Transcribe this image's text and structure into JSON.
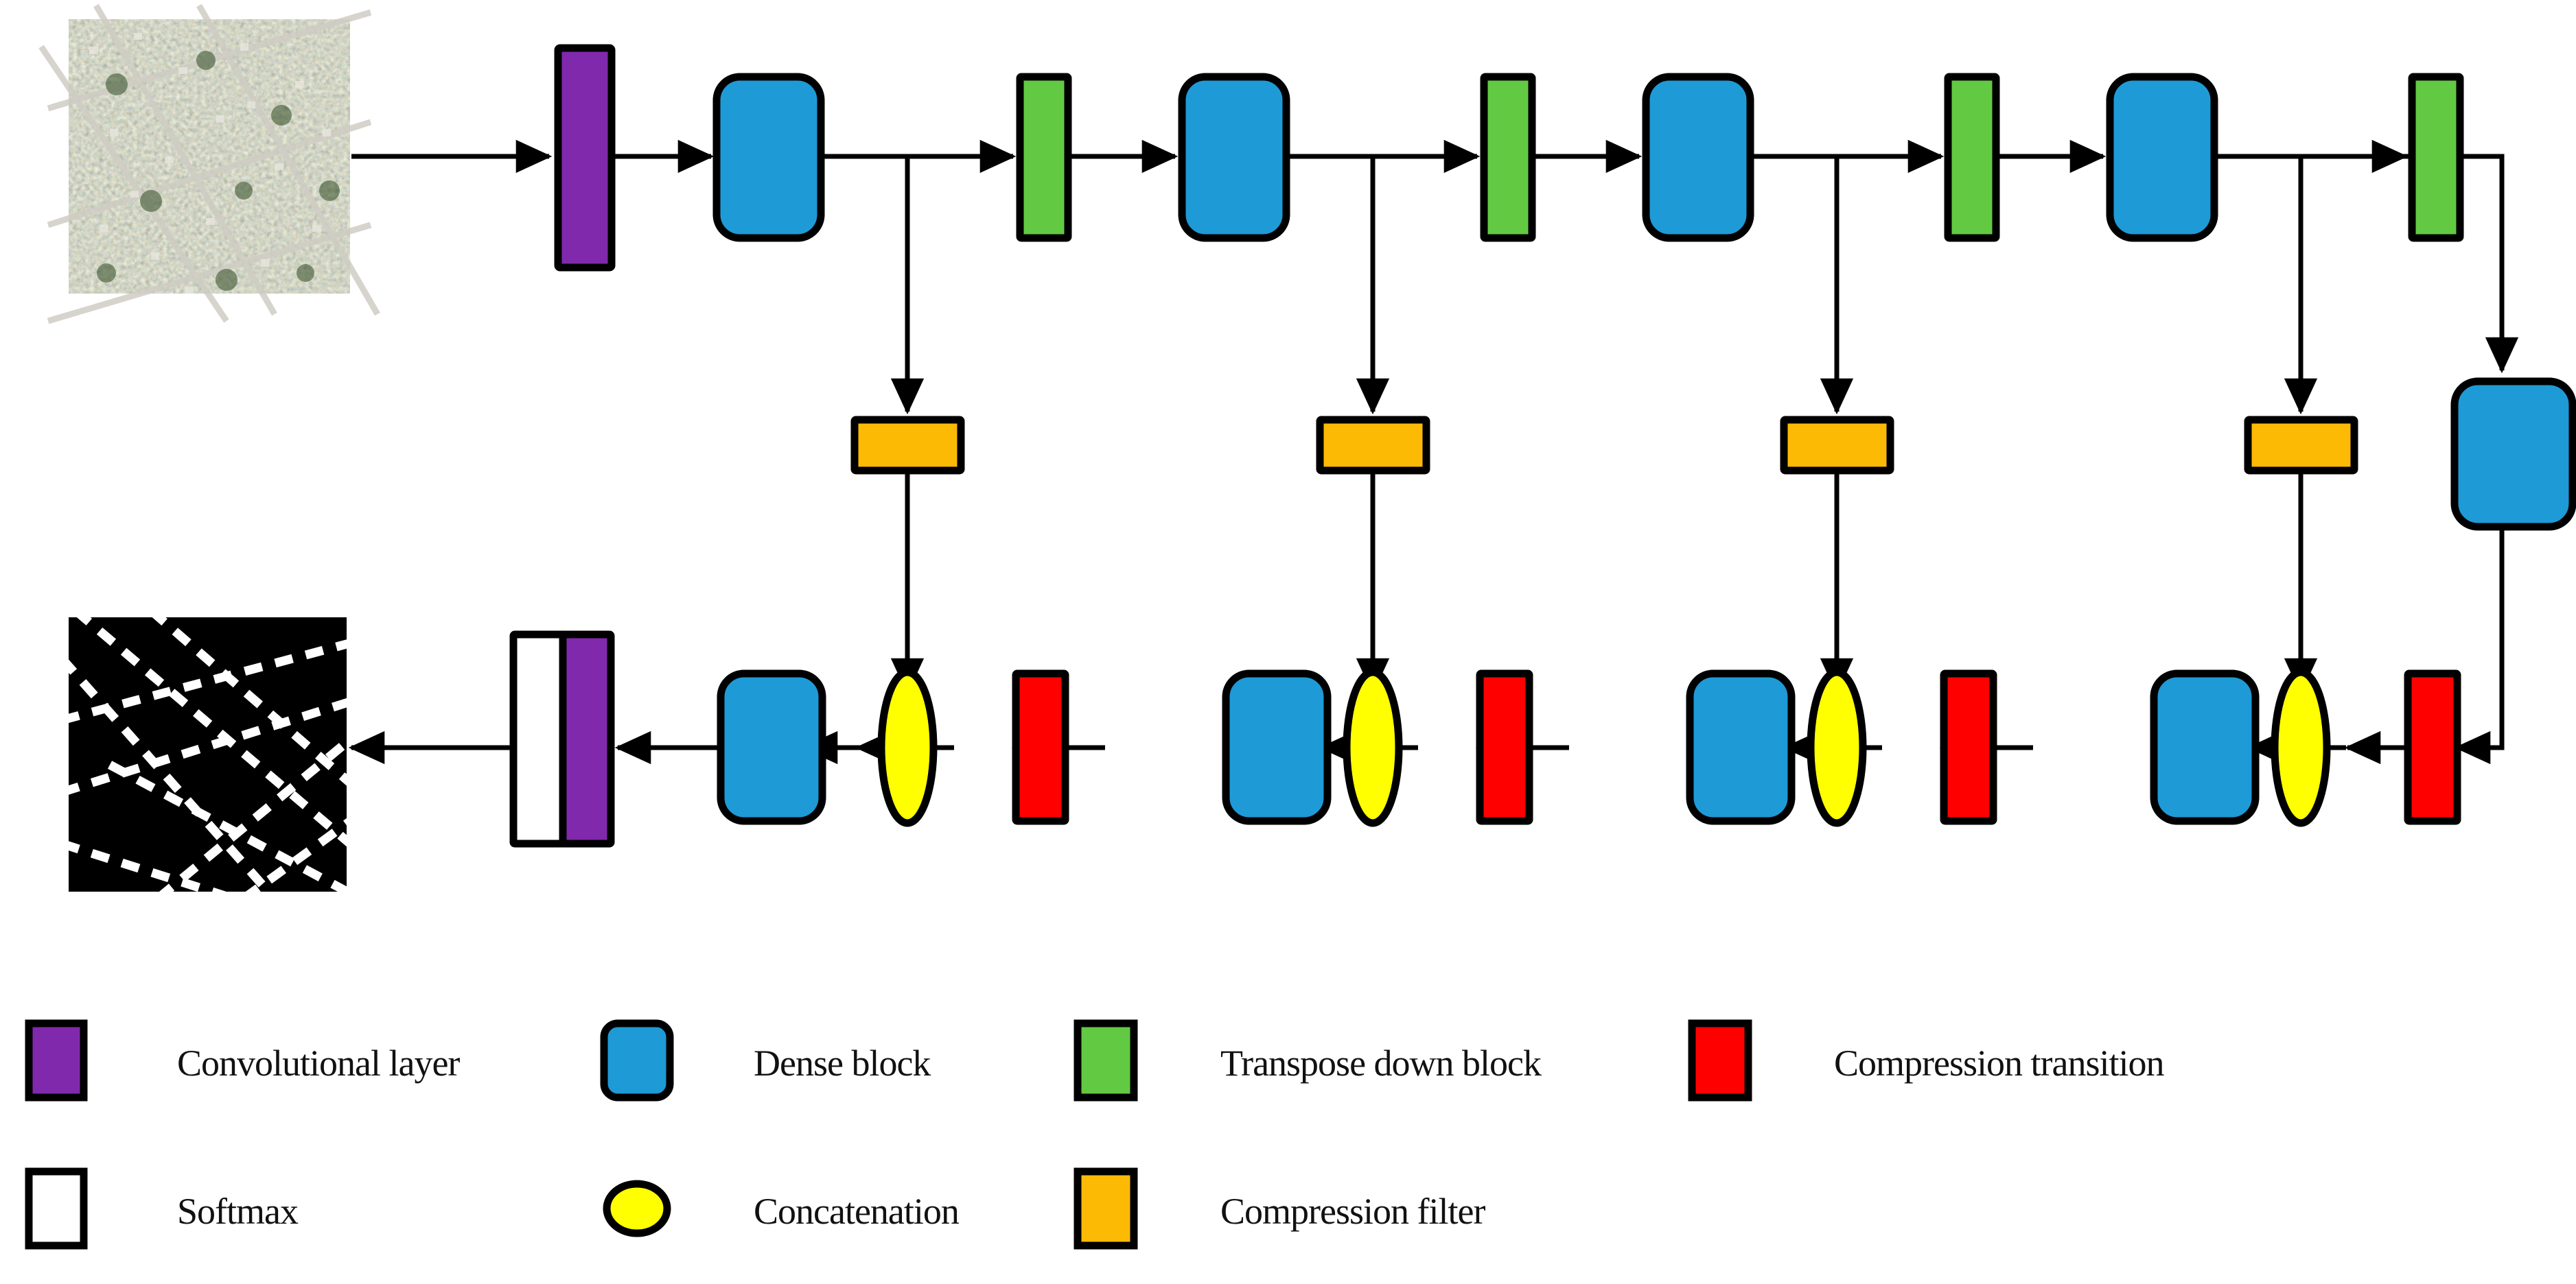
{
  "figure": {
    "kind": "neural-network-architecture-diagram",
    "description": "Encoder-decoder dense network for road extraction from aerial imagery"
  },
  "colors": {
    "convolutional_layer": "#8029AD",
    "dense_block": "#1E9AD7",
    "transpose_down_block": "#62C943",
    "compression_transition": "#FF0000",
    "compression_filter": "#FCBA04",
    "concatenation": "#FFFF00",
    "softmax": "#FFFFFF",
    "outline": "#000000",
    "arrow": "#000000",
    "background": "#FFFFFF"
  },
  "io": {
    "input_image": {
      "name": "aerial-input-image",
      "type": "satellite-aerial-photograph"
    },
    "output_image": {
      "name": "road-segmentation-mask",
      "type": "binary-road-mask"
    }
  },
  "encoder": {
    "initial_conv": {
      "type": "convolutional_layer"
    },
    "stages": [
      {
        "dense_block": "dense_block",
        "transition": "transpose_down_block",
        "compression_filter": "compression_filter"
      },
      {
        "dense_block": "dense_block",
        "transition": "transpose_down_block",
        "compression_filter": "compression_filter"
      },
      {
        "dense_block": "dense_block",
        "transition": "transpose_down_block",
        "compression_filter": "compression_filter"
      },
      {
        "dense_block": "dense_block",
        "transition": "transpose_down_block",
        "compression_filter": "compression_filter"
      }
    ]
  },
  "bottleneck": {
    "type": "dense_block"
  },
  "decoder": {
    "stages": [
      {
        "compression_transition": "compression_transition",
        "concatenation": "concatenation",
        "dense_block": "dense_block"
      },
      {
        "compression_transition": "compression_transition",
        "concatenation": "concatenation",
        "dense_block": "dense_block"
      },
      {
        "compression_transition": "compression_transition",
        "concatenation": "concatenation",
        "dense_block": "dense_block"
      },
      {
        "compression_transition": "compression_transition",
        "concatenation": "concatenation",
        "dense_block": "dense_block"
      }
    ],
    "final_conv": {
      "type": "convolutional_layer"
    },
    "softmax": {
      "type": "softmax"
    }
  },
  "legend": {
    "rows": [
      [
        {
          "key": "convolutional_layer",
          "label": "Convolutional layer",
          "shape": "rect",
          "color": "#8029AD"
        },
        {
          "key": "dense_block",
          "label": "Dense block",
          "shape": "rounded-rect",
          "color": "#1E9AD7"
        },
        {
          "key": "transpose_down_block",
          "label": "Transpose down block",
          "shape": "rect",
          "color": "#62C943"
        },
        {
          "key": "compression_transition",
          "label": "Compression transition",
          "shape": "rect",
          "color": "#FF0000"
        }
      ],
      [
        {
          "key": "softmax",
          "label": "Softmax",
          "shape": "rect",
          "color": "#FFFFFF"
        },
        {
          "key": "concatenation",
          "label": "Concatenation",
          "shape": "ellipse",
          "color": "#FFFF00"
        },
        {
          "key": "compression_filter",
          "label": "Compression filter",
          "shape": "rect",
          "color": "#FCBA04"
        }
      ]
    ]
  }
}
